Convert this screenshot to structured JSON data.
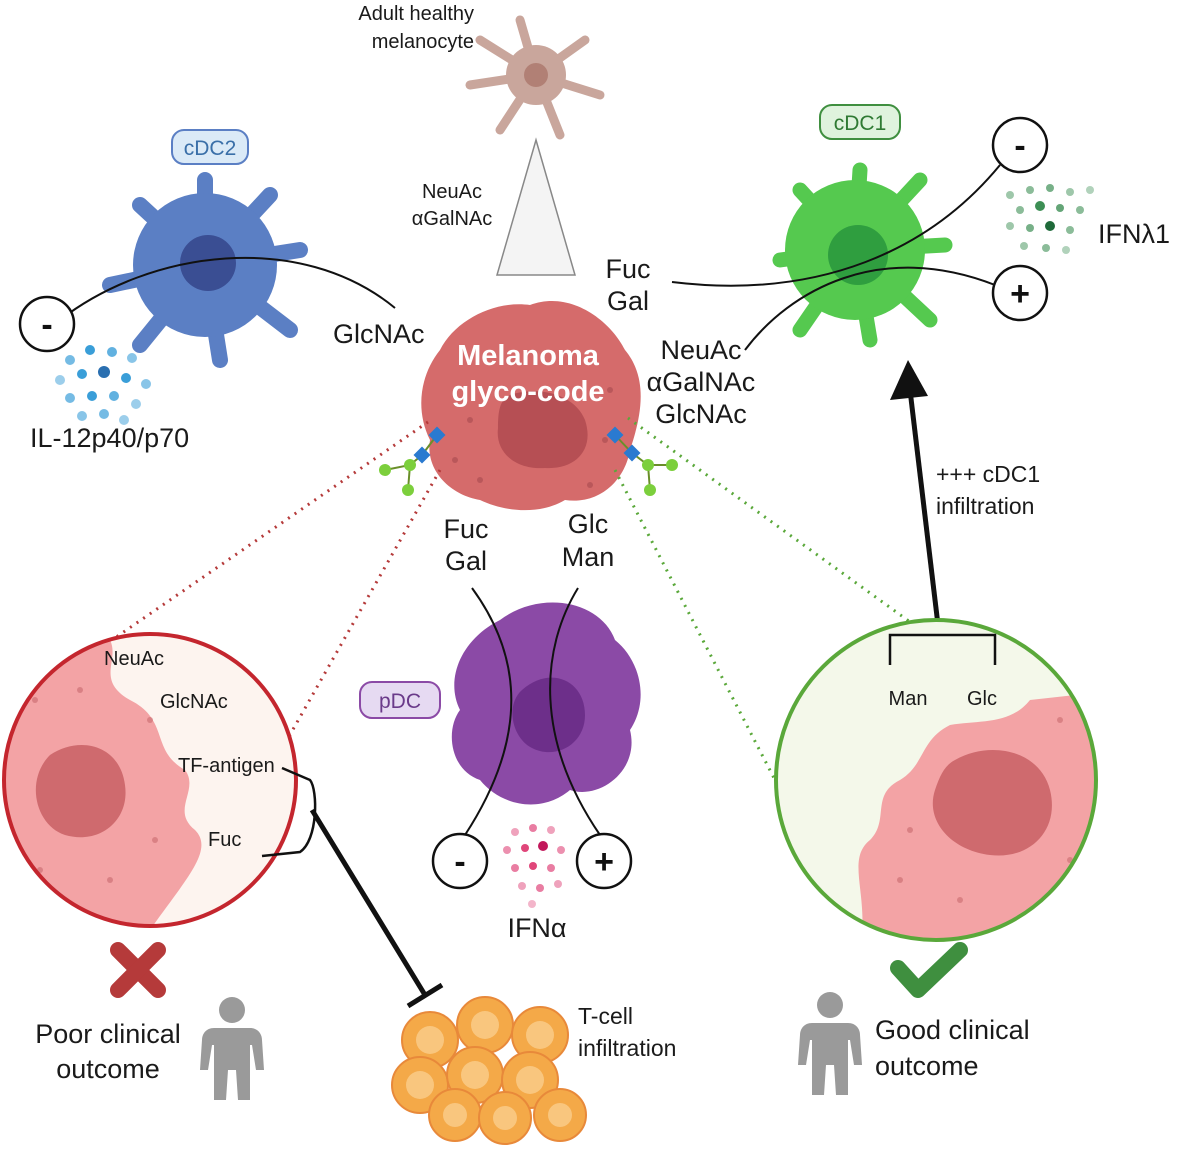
{
  "labels": {
    "melanocyte": [
      "Adult healthy",
      "melanocyte"
    ],
    "melanocyte_glycans": [
      "NeuAc",
      "αGalNAc"
    ],
    "melanoma_title": [
      "Melanoma",
      "glyco-code"
    ],
    "cdc2_badge": "cDC2",
    "cdc2_glycan": "GlcNAc",
    "cdc2_cytokine": "IL-12p40/p70",
    "cdc1_badge": "cDC1",
    "cdc1_cytokine": "IFNλ1",
    "cdc1_neg_glycans": [
      "Fuc",
      "Gal"
    ],
    "cdc1_pos_glycans": [
      "NeuAc",
      "αGalNAc",
      "GlcNAc"
    ],
    "cdc1_infiltration": [
      "+++ cDC1",
      "infiltration"
    ],
    "pdc_badge": "pDC",
    "pdc_neg_glycans": [
      "Fuc",
      "Gal"
    ],
    "pdc_pos_glycans": [
      "Glc",
      "Man"
    ],
    "pdc_cytokine": "IFNα",
    "poor_glycans": [
      "NeuAc",
      "GlcNAc",
      "TF-antigen",
      "Fuc"
    ],
    "good_glycans": [
      "Man",
      "Glc"
    ],
    "poor_outcome": [
      "Poor clinical",
      "outcome"
    ],
    "good_outcome": [
      "Good clinical",
      "outcome"
    ],
    "tcell": [
      "T-cell",
      "infiltration"
    ],
    "minus": "-",
    "plus": "+"
  },
  "colors": {
    "cdc2": "#5b7fc4",
    "cdc2_badge_bg": "#dbeaf7",
    "cdc1": "#55c94f",
    "cdc1_badge_bg": "#dff3dd",
    "pdc": "#8b4aa6",
    "pdc_badge_bg": "#e6daf2",
    "melanoma": "#d56b6b",
    "melanocyte": "#c9a69c",
    "poor_ring": "#c4262e",
    "good_ring": "#5aa83a",
    "cross": "#b53a3a",
    "check": "#3f8f3f",
    "person": "#9a9a9a",
    "tcell": "#f4a948",
    "il12_dots": "#3a9ed8",
    "ifnl1_dots": "#3d8f55",
    "ifna_dots": "#e0467a"
  },
  "icons": [
    "melanocyte-icon",
    "melanoma-cell-icon",
    "dendritic-cell-icon",
    "glycan-icon",
    "cross-icon",
    "checkmark-icon",
    "person-icon",
    "t-cell-cluster-icon",
    "inhibition-arrow-icon",
    "activation-arrow-icon"
  ]
}
